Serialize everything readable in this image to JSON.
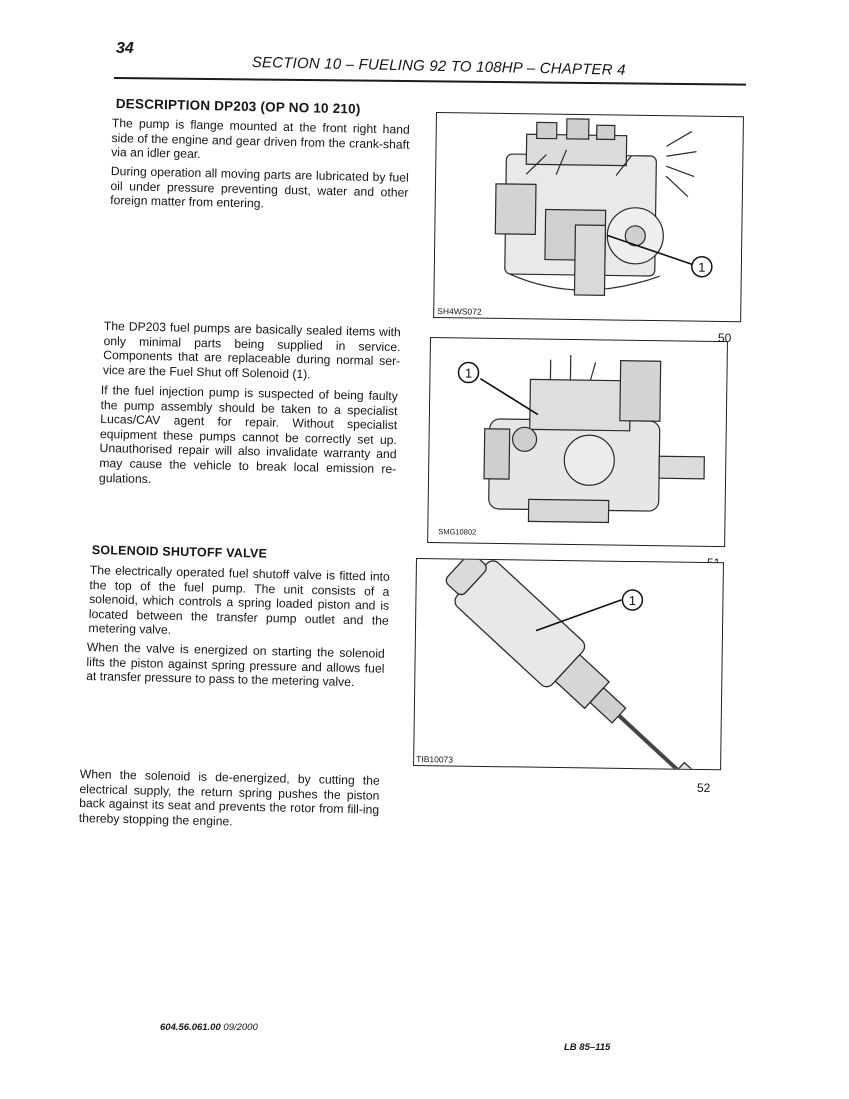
{
  "header": {
    "page_number": "34",
    "section_title": "SECTION 10 – FUELING 92 TO 108HP – CHAPTER 4"
  },
  "description": {
    "heading": "DESCRIPTION  DP203  (OP NO 10 210)",
    "paragraphs": [
      "The pump is flange mounted at the front right hand side of the engine and gear driven from the crank-shaft via an idler gear.",
      "During operation all moving parts are lubricated by fuel oil under pressure preventing dust, water and other foreign matter from entering."
    ]
  },
  "service": {
    "paragraphs": [
      "The DP203 fuel pumps are basically sealed items with only minimal parts being supplied in service. Components that are replaceable during normal ser-vice are the Fuel Shut off Solenoid (1).",
      "If the fuel injection pump is suspected of being faulty the pump assembly should be taken to a specialist Lucas/CAV agent for repair. Without specialist equipment these pumps cannot be correctly set up. Unauthorised repair will also invalidate warranty and may cause the vehicle to break local emission re-gulations."
    ]
  },
  "solenoid": {
    "heading": "SOLENOID SHUTOFF VALVE",
    "paragraphs": [
      "The electrically operated fuel shutoff valve is fitted into the top of the fuel pump. The unit consists of a solenoid, which controls a spring loaded piston and is located between the transfer pump outlet and the metering valve.",
      "When the valve is energized on starting the solenoid lifts the piston against spring pressure and allows fuel at transfer pressure to pass to the metering valve."
    ]
  },
  "deenergized": {
    "paragraphs": [
      "When the solenoid is de-energized, by cutting the electrical supply, the return spring pushes the piston back against its seat and prevents the rotor from fill-ing thereby stopping the engine."
    ]
  },
  "figures": [
    {
      "code": "SH4WS072",
      "number": "50",
      "callout": "1"
    },
    {
      "code": "SMG10802",
      "number": "51",
      "callout": "1"
    },
    {
      "code": "TIB10073",
      "number": "52",
      "callout": "1"
    }
  ],
  "footer": {
    "part_number": "604.56.061.00",
    "date": "09/2000",
    "reference": "LB 85–115"
  }
}
